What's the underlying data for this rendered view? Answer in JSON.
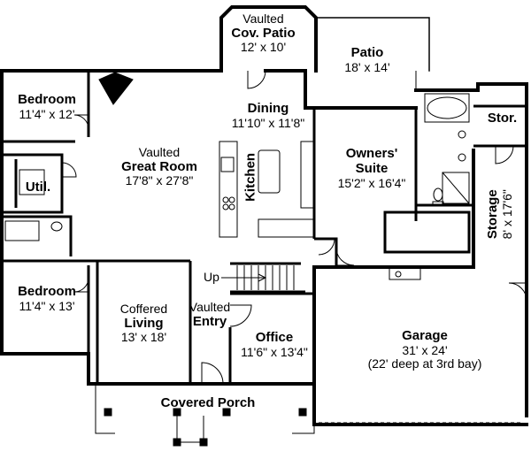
{
  "rooms": {
    "cov_patio": {
      "line1": "Vaulted",
      "name": "Cov. Patio",
      "dims": "12' x 10'"
    },
    "patio": {
      "name": "Patio",
      "dims": "18' x 14'"
    },
    "bedroom_top": {
      "name": "Bedroom",
      "dims": "11'4\" x 12'"
    },
    "dining": {
      "name": "Dining",
      "dims": "11'10\" x 11'8\""
    },
    "great_room": {
      "line1": "Vaulted",
      "name": "Great Room",
      "dims": "17'8\" x 27'8\""
    },
    "kitchen": {
      "name": "Kitchen"
    },
    "owners_suite": {
      "name1": "Owners'",
      "name2": "Suite",
      "dims": "15'2\" x 16'4\""
    },
    "stor": {
      "name": "Stor."
    },
    "storage": {
      "name": "Storage",
      "dims": "8' x 17'6\""
    },
    "util": {
      "name": "Util."
    },
    "bedroom_bottom": {
      "name": "Bedroom",
      "dims": "11'4\" x 13'"
    },
    "living": {
      "line1": "Coffered",
      "name": "Living",
      "dims": "13' x 18'"
    },
    "entry": {
      "line1": "Vaulted",
      "name": "Entry"
    },
    "office": {
      "name": "Office",
      "dims": "11'6\" x 13'4\""
    },
    "garage": {
      "name": "Garage",
      "dims": "31' x 24'",
      "note": "(22' deep at 3rd bay)"
    },
    "covered_porch": {
      "name": "Covered Porch"
    }
  },
  "stairs": {
    "label": "Up"
  }
}
